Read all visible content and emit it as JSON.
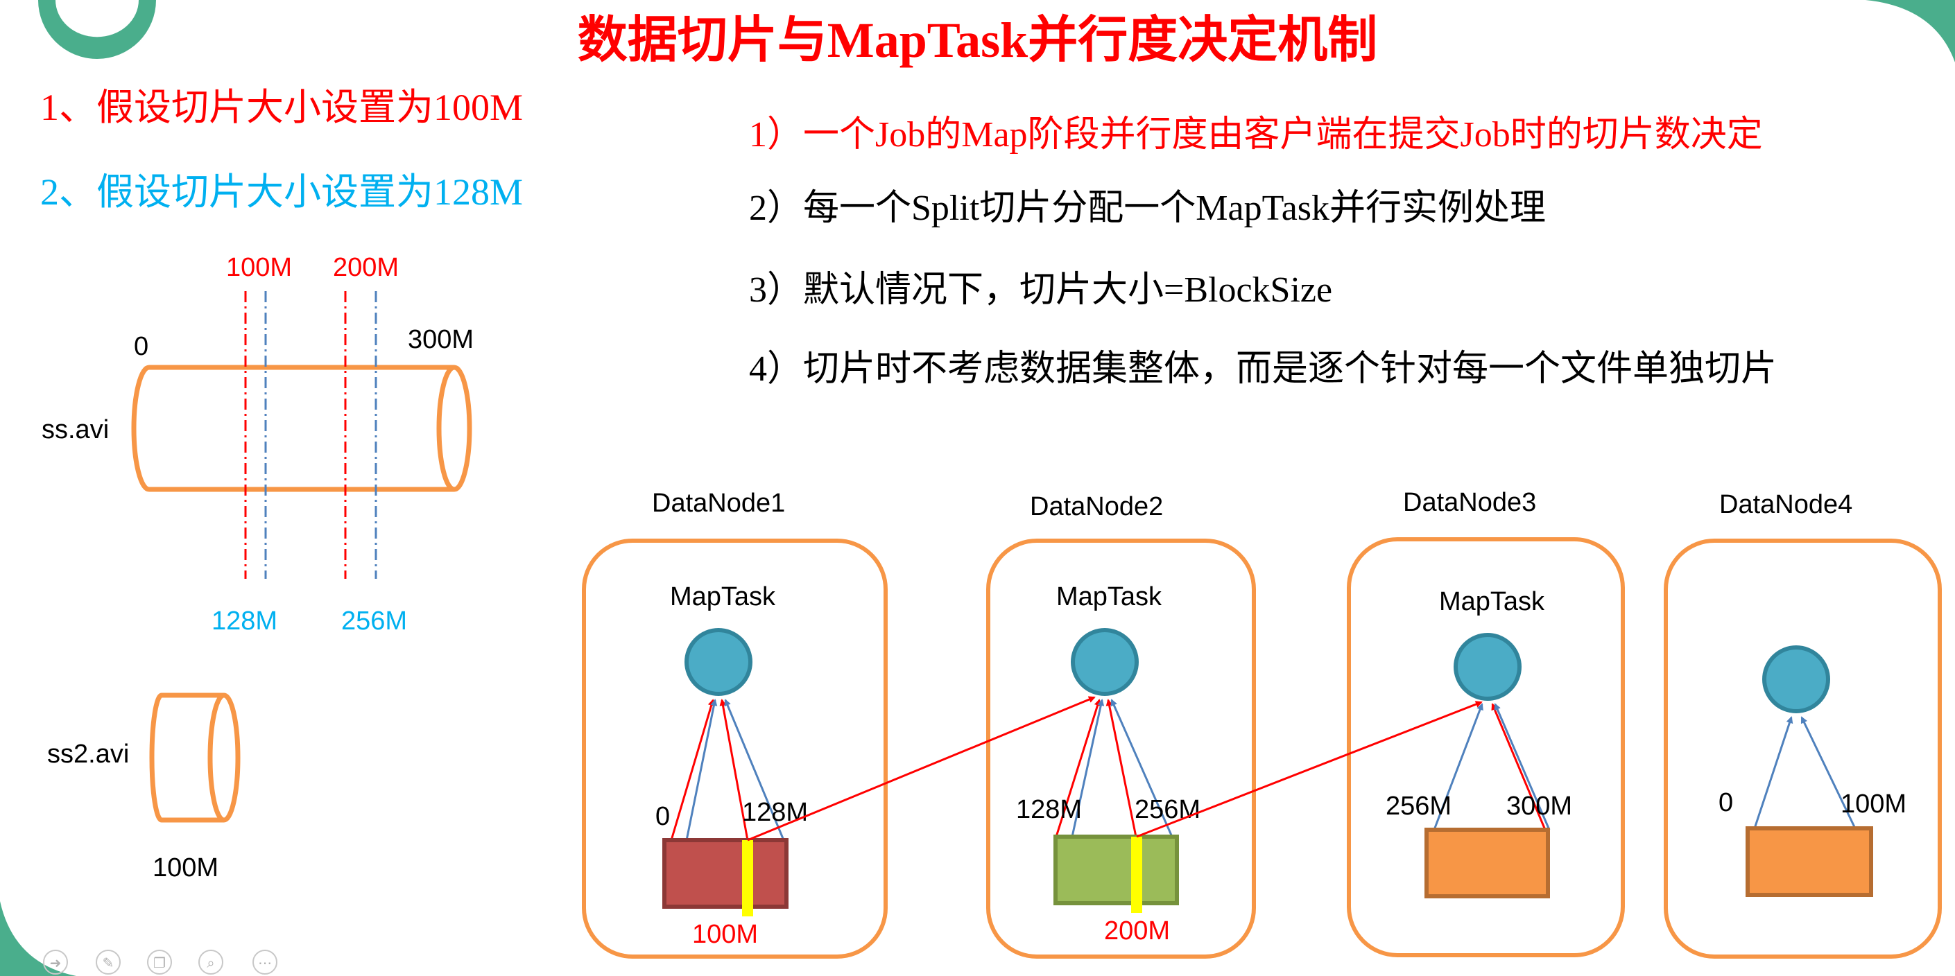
{
  "title": "数据切片与MapTask并行度决定机制",
  "settings": [
    "1、假设切片大小设置为100M",
    "2、假设切片大小设置为128M"
  ],
  "rules": [
    "1）一个Job的Map阶段并行度由客户端在提交Job时的切片数决定",
    "2）每一个Split切片分配一个MapTask并行实例处理",
    "3）默认情况下，切片大小=BlockSize",
    "4）切片时不考虑数据集整体，而是逐个针对每一个文件单独切片"
  ],
  "file1": {
    "name": "ss.avi",
    "start": "0",
    "end": "300M",
    "cut_100": [
      "100M",
      "200M"
    ],
    "cut_128": [
      "128M",
      "256M"
    ]
  },
  "file2": {
    "name": "ss2.avi",
    "size": "100M"
  },
  "nodes": [
    {
      "name": "DataNode1",
      "task": "MapTask",
      "range_start": "0",
      "range_end": "128M",
      "split_label": "100M",
      "block_color": "#c0504d"
    },
    {
      "name": "DataNode2",
      "task": "MapTask",
      "range_start": "128M",
      "range_end": "256M",
      "split_label": "200M",
      "block_color": "#9bbb59"
    },
    {
      "name": "DataNode3",
      "task": "MapTask",
      "range_start": "256M",
      "range_end": "300M",
      "split_label": "",
      "block_color": "#f79646"
    },
    {
      "name": "DataNode4",
      "task": "",
      "range_start": "0",
      "range_end": "100M",
      "split_label": "",
      "block_color": "#f79646"
    }
  ],
  "colors": {
    "title": "#ff0000",
    "split_100": "#ff0000",
    "split_128": "#00b0f0",
    "file_outline": "#f79646",
    "node_outline": "#f79646",
    "maptask_fill": "#4bacc6",
    "split_marker": "#ffff00"
  },
  "icons": [
    "arrow-icon",
    "pen-icon",
    "copy-icon",
    "zoom-icon",
    "more-icon"
  ]
}
